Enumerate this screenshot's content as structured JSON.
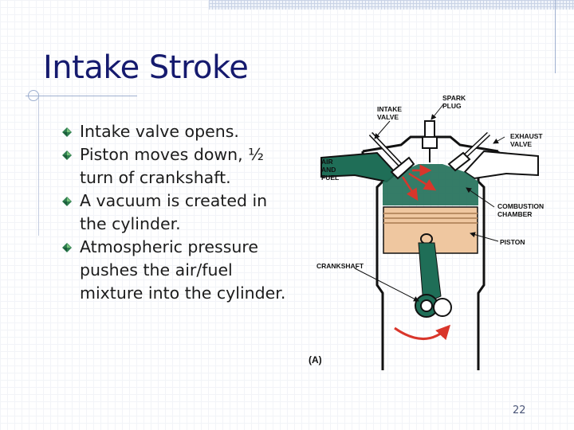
{
  "slide": {
    "title": "Intake Stroke",
    "bullets": [
      [
        "Intake valve opens."
      ],
      [
        "Piston moves down, ½",
        "turn of crankshaft."
      ],
      [
        "A vacuum is created in",
        "the cylinder."
      ],
      [
        "Atmospheric pressure",
        "pushes the air/fuel",
        "mixture into the cylinder."
      ]
    ],
    "page_number": "22"
  },
  "diagram": {
    "labels": {
      "intake_valve": [
        "INTAKE",
        "VALVE"
      ],
      "spark_plug": [
        "SPARK",
        "PLUG"
      ],
      "exhaust_valve": [
        "EXHAUST",
        "VALVE"
      ],
      "air_fuel": [
        "AIR",
        "AND",
        "FUEL"
      ],
      "combustion_chamber": [
        "COMBUSTION",
        "CHAMBER"
      ],
      "piston": "PISTON",
      "crankshaft": "CRANKSHAFT",
      "figure_tag": "(A)"
    },
    "colors": {
      "charge": "#1f6e57",
      "flow_arrow": "#d9362b",
      "piston": "#efc7a0",
      "outline": "#111111"
    }
  }
}
